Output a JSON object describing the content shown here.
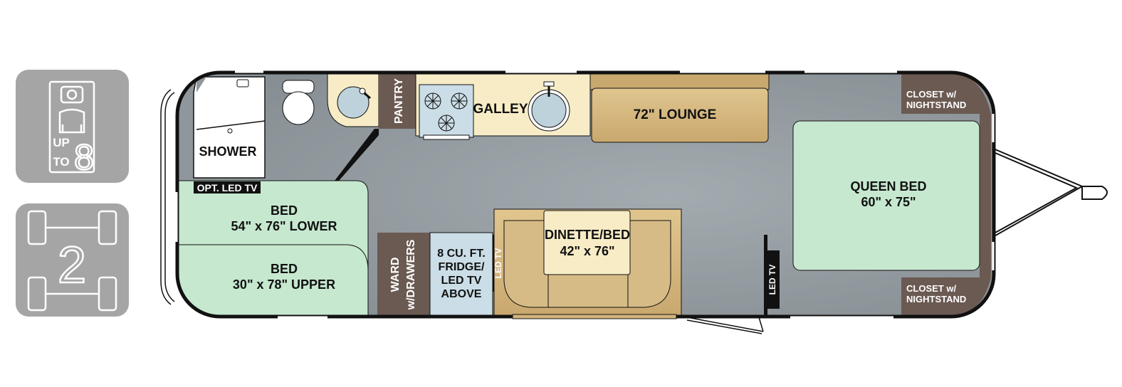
{
  "badges": {
    "sleeps_prefix_1": "UP",
    "sleeps_prefix_2": "TO",
    "sleeps_count": "8",
    "axles_count": "2"
  },
  "rooms": {
    "shower": "SHOWER",
    "opt_led_tv": "OPT. LED TV",
    "bed_lower_title": "BED",
    "bed_lower_size": "54\" x 76\" LOWER",
    "bed_upper_title": "BED",
    "bed_upper_size": "30\" x 78\" UPPER",
    "pantry": "PANTRY",
    "galley": "GALLEY",
    "lounge": "72\" LOUNGE",
    "ward_1": "WARD",
    "ward_2": "w/DRAWERS",
    "fridge_1": "8 CU. FT.",
    "fridge_2": "FRIDGE/",
    "fridge_3": "LED TV",
    "fridge_4": "ABOVE",
    "led_tv_fridge": "LED TV",
    "dinette_title": "DINETTE/BED",
    "dinette_size": "42\" x 76\"",
    "led_tv_right": "LED TV",
    "queen_title": "QUEEN BED",
    "queen_size": "60\" x 75\"",
    "closet_top_1": "CLOSET w/",
    "closet_top_2": "NIGHTSTAND",
    "closet_bottom_1": "CLOSET w/",
    "closet_bottom_2": "NIGHTSTAND"
  },
  "colors": {
    "badge_bg": "#a5a5a5",
    "floor": "#8f979c",
    "bed_green": "#c6e8cf",
    "lounge_tan": "#d3b47e",
    "galley_cream": "#f7ecc6",
    "cabinet_brown": "#6b5a52",
    "fridge_blue": "#cbdde6",
    "shower_white": "#ffffff",
    "outline": "#111111"
  }
}
